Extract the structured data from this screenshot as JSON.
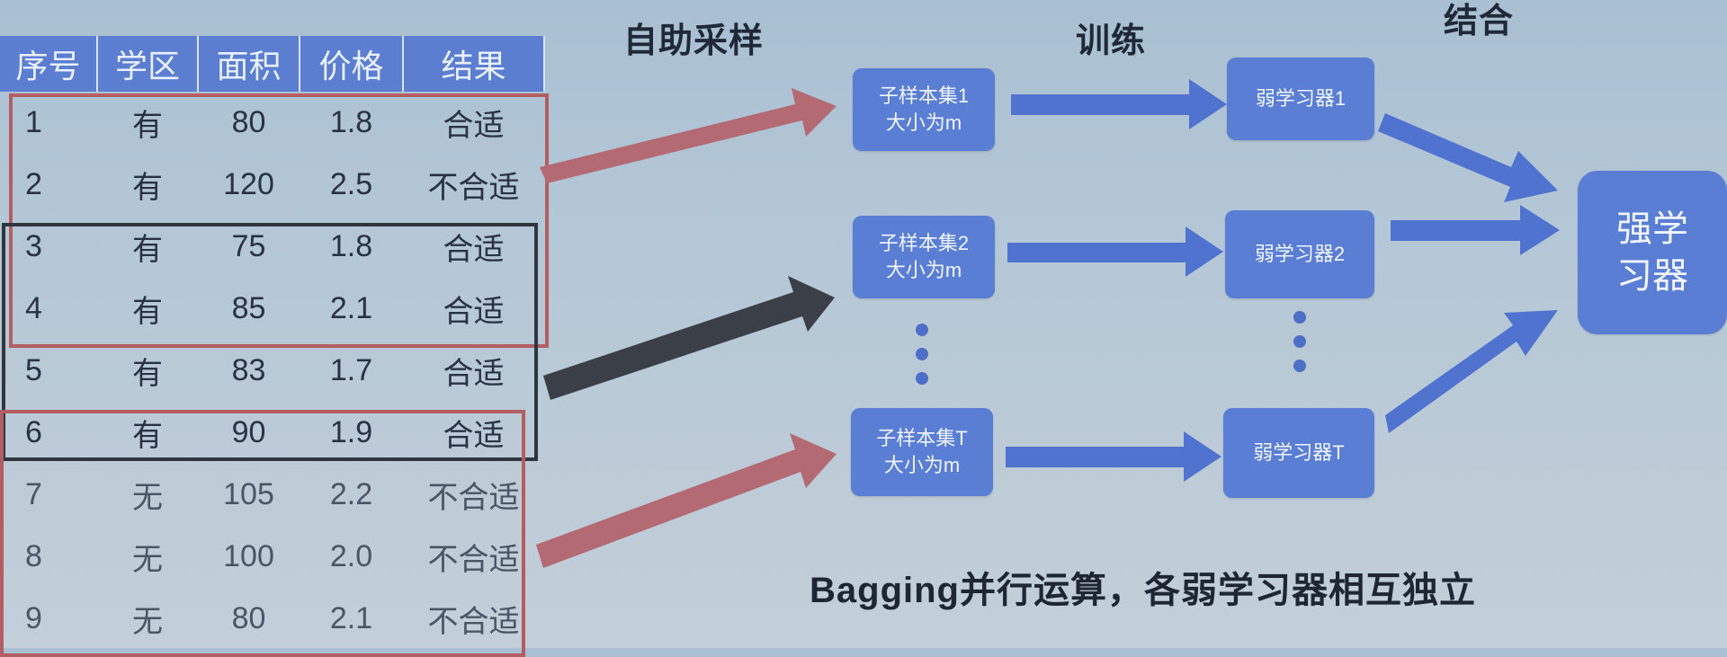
{
  "table": {
    "headers": [
      "序号",
      "学区",
      "面积",
      "价格",
      "结果"
    ],
    "rows": [
      [
        "1",
        "有",
        "80",
        "1.8",
        "合适"
      ],
      [
        "2",
        "有",
        "120",
        "2.5",
        "不合适"
      ],
      [
        "3",
        "有",
        "75",
        "1.8",
        "合适"
      ],
      [
        "4",
        "有",
        "85",
        "2.1",
        "合适"
      ],
      [
        "5",
        "有",
        "83",
        "1.7",
        "合适"
      ],
      [
        "6",
        "有",
        "90",
        "1.9",
        "合适"
      ],
      [
        "7",
        "无",
        "105",
        "2.2",
        "不合适"
      ],
      [
        "8",
        "无",
        "100",
        "2.0",
        "不合适"
      ],
      [
        "9",
        "无",
        "80",
        "2.1",
        "不合适"
      ]
    ]
  },
  "stages": {
    "sampling": "自助采样",
    "training": "训练",
    "combining": "结合"
  },
  "subsets": [
    {
      "line1": "子样本集1",
      "line2": "大小为m"
    },
    {
      "line1": "子样本集2",
      "line2": "大小为m"
    },
    {
      "line1": "子样本集T",
      "line2": "大小为m"
    }
  ],
  "learners": [
    "弱学习器1",
    "弱学习器2",
    "弱学习器T"
  ],
  "strong_learner": {
    "line1": "强学",
    "line2": "习器"
  },
  "caption": "Bagging并行运算，各弱学习器相互独立",
  "colors": {
    "node_blue": "#5a7ed3",
    "header_blue": "#5b7ed0",
    "arrow_blue": "#4f73cf",
    "arrow_red": "#b46a72",
    "arrow_dark": "#3a3f48",
    "box_red": "#b35e63",
    "box_dark": "#2f3640"
  }
}
